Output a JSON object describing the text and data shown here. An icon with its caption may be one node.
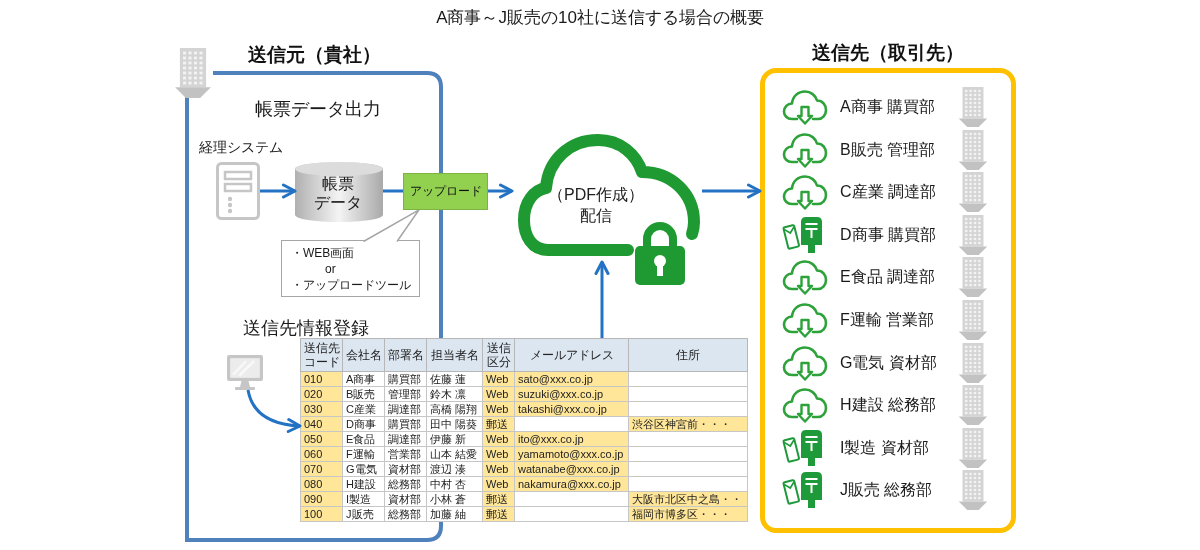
{
  "diagram": {
    "title": "A商事～J販売の10社に送信する場合の概要",
    "nodes": [
      {
        "text": [
          "送信元（貴社）"
        ]
      },
      {
        "text": [],
        "shape": "picture",
        "in": 0,
        "beside": [
          "経理システム"
        ]
      },
      {
        "text": [
          "帳票データ"
        ],
        "in": 0
      },
      {
        "text": [
          "アップロード"
        ]
      },
      {
        "text": [
          "・WEB画面",
          "or",
          "・アップロードツール"
        ],
        "in": 0
      },
      {
        "text": [],
        "shape": "picture",
        "in": 0
      },
      {
        "text": [],
        "shape": "table"
      },
      {
        "text": [
          "（PDF作成）配信"
        ]
      },
      {
        "text": [
          "送信先（取引先）"
        ]
      },
      {
        "text": [
          "A商事 購買部"
        ],
        "in": 8
      },
      {
        "text": [
          "B販売 管理部"
        ],
        "in": 8
      },
      {
        "text": [
          "C産業 調達部"
        ],
        "in": 8
      },
      {
        "text": [
          "D商事 購買部"
        ],
        "in": 8
      },
      {
        "text": [
          "E食品 調達部"
        ],
        "in": 8
      },
      {
        "text": [
          "F運輸 営業部"
        ],
        "in": 8
      },
      {
        "text": [
          "G電気 資材部"
        ],
        "in": 8
      },
      {
        "text": [
          "H建設 総務部"
        ],
        "in": 8
      },
      {
        "text": [
          "I製造 資材部"
        ],
        "in": 8
      },
      {
        "text": [
          "J販売 総務部"
        ],
        "in": 8
      }
    ],
    "edges": [
      {
        "from": 1,
        "to": 2,
        "arrow": "to"
      },
      {
        "from": 2,
        "to": 3,
        "arrow": "none"
      },
      {
        "from": 3,
        "to": 7,
        "arrow": "to"
      },
      {
        "from": 5,
        "to": 6,
        "arrow": "to"
      },
      {
        "from": 6,
        "to": 7,
        "arrow": "to"
      },
      {
        "from": 7,
        "to": 8,
        "arrow": "to"
      }
    ],
    "labels": [
      "帳票データ出力",
      "送信先情報登録",
      "送信先コード",
      "会社名",
      "部署名",
      "担当者名",
      "送信区分",
      "メールアドレス",
      "住所",
      "010",
      "A商事",
      "購買部",
      "佐藤 蓮",
      "Web",
      "sato@xxx.co.jp",
      "020",
      "B販売",
      "管理部",
      "鈴木 凛",
      "Web",
      "suzuki@xxx.co.jp",
      "030",
      "C産業",
      "調達部",
      "高橋 陽翔",
      "Web",
      "takashi@xxx.co.jp",
      "040",
      "D商事",
      "購買部",
      "田中 陽葵",
      "郵送",
      "渋谷区神宮前・・・",
      "050",
      "E食品",
      "調達部",
      "伊藤 新",
      "Web",
      "ito@xxx.co.jp",
      "060",
      "F運輸",
      "営業部",
      "山本 結愛",
      "Web",
      "yamamoto@xxx.co.jp",
      "070",
      "G電気",
      "資材部",
      "渡辺 湊",
      "Web",
      "watanabe@xxx.co.jp",
      "080",
      "H建設",
      "総務部",
      "中村 杏",
      "Web",
      "nakamura@xxx.co.jp",
      "090",
      "I製造",
      "資材部",
      "小林 蒼",
      "郵送",
      "大阪市北区中之島・・",
      "100",
      "J販売",
      "総務部",
      "加藤 紬",
      "郵送",
      "福岡市博多区・・・"
    ]
  }
}
